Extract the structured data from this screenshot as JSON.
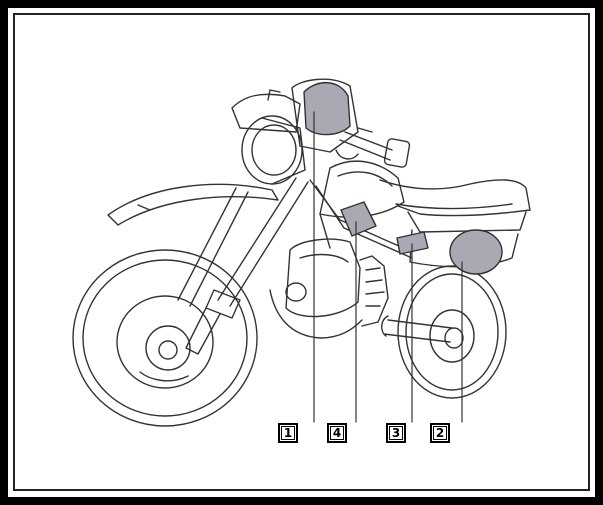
{
  "callouts": [
    {
      "id": "1",
      "label": "1"
    },
    {
      "id": "4",
      "label": "4"
    },
    {
      "id": "3",
      "label": "3"
    },
    {
      "id": "2",
      "label": "2"
    }
  ],
  "colors": {
    "frame": "#000000",
    "line": "#333333",
    "highlight": "#a9a9b3",
    "background": "#ffffff"
  }
}
